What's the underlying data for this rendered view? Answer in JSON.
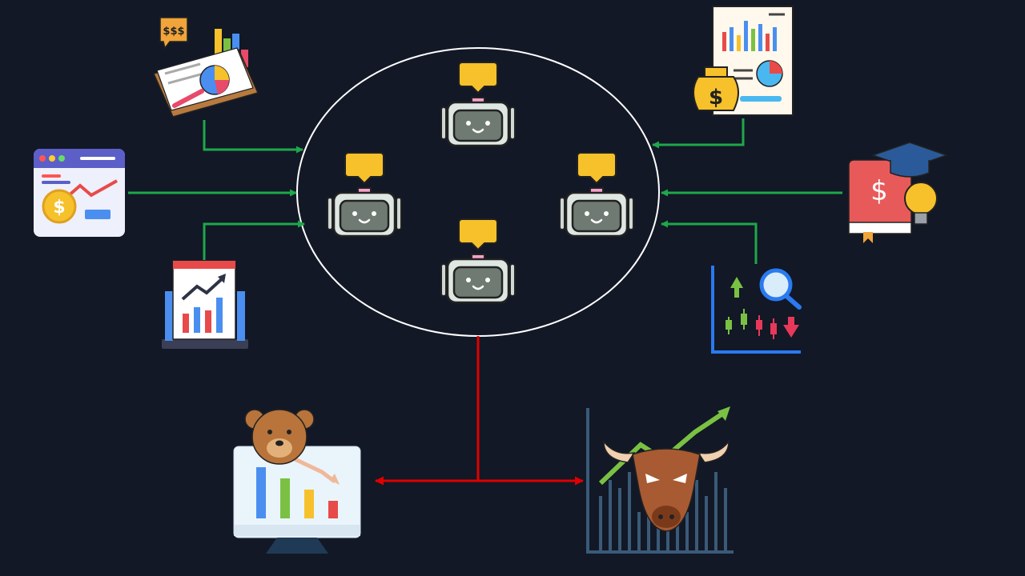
{
  "diagram": {
    "hub": {
      "name": "agent-cluster",
      "agents": [
        "agent-top",
        "agent-left",
        "agent-right",
        "agent-bottom"
      ]
    },
    "inputs": [
      {
        "id": "financial-report-icon",
        "symbol": "$$$"
      },
      {
        "id": "web-dollar-trend-icon"
      },
      {
        "id": "growth-chart-icon"
      },
      {
        "id": "money-bag-report-icon",
        "symbol": "$"
      },
      {
        "id": "finance-education-icon",
        "symbol": "$"
      },
      {
        "id": "candlestick-analysis-icon"
      }
    ],
    "outputs": [
      {
        "id": "bear-market-icon",
        "meaning": "bear"
      },
      {
        "id": "bull-market-icon",
        "meaning": "bull"
      }
    ],
    "colors": {
      "background": "#121826",
      "input_arrow": "#1ea84a",
      "output_arrow": "#e00000",
      "hub_outline": "#ffffff",
      "bubble": "#f6c12a"
    }
  }
}
